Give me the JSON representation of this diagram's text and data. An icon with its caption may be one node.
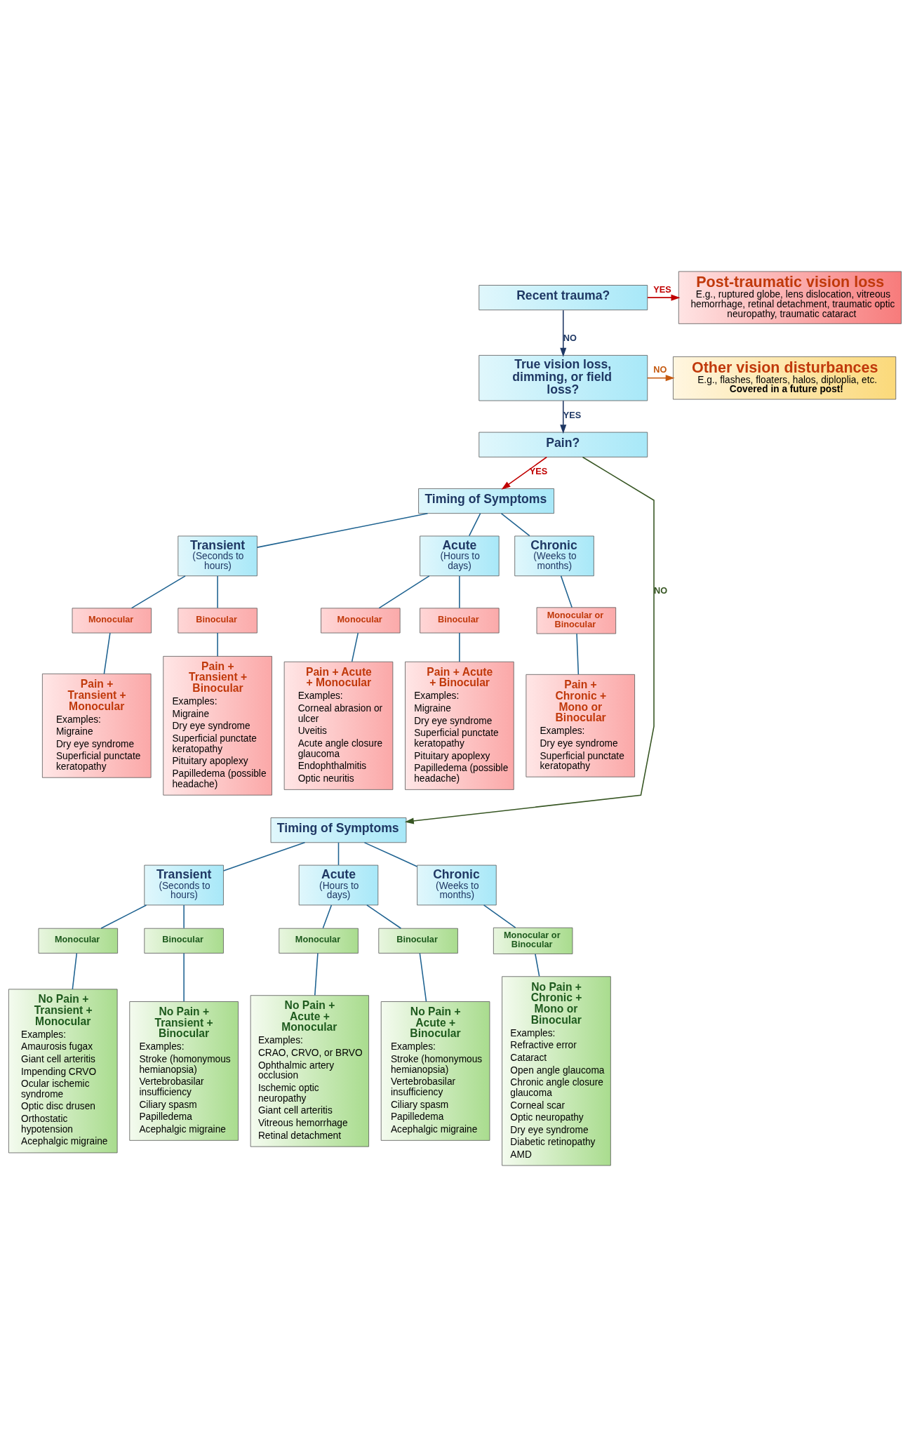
{
  "diagram": {
    "nodes": [
      {
        "text": [
          "Recent trauma?"
        ]
      },
      {
        "text": [
          "Post-traumatic vision loss",
          "E.g., ruptured globe, lens dislocation, vitreous hemorrhage, retinal detachment, traumatic optic neuropathy, traumatic cataract"
        ]
      },
      {
        "text": [
          "True vision loss, dimming, or field loss?"
        ]
      },
      {
        "text": [
          "Other vision disturbances",
          "E.g., flashes, floaters, halos, diploplia, etc.",
          "Covered in a future post!"
        ]
      },
      {
        "text": [
          "Pain?"
        ]
      },
      {
        "text": [
          "Timing of Symptoms"
        ]
      },
      {
        "text": [
          "Transient",
          "(Seconds to hours)"
        ]
      },
      {
        "text": [
          "Acute",
          "(Hours to days)"
        ]
      },
      {
        "text": [
          "Chronic",
          "(Weeks to months)"
        ]
      },
      {
        "text": [
          "Monocular"
        ]
      },
      {
        "text": [
          "Binocular"
        ]
      },
      {
        "text": [
          "Monocular"
        ]
      },
      {
        "text": [
          "Binocular"
        ]
      },
      {
        "text": [
          "Monocular or Binocular"
        ]
      },
      {
        "text": [
          "Pain + Transient + Monocular",
          "Examples:",
          "Migraine",
          "Dry eye syndrome",
          "Superficial punctate keratopathy"
        ]
      },
      {
        "text": [
          "Pain + Transient + Binocular",
          "Examples:",
          "Migraine",
          "Dry eye syndrome",
          "Superficial punctate keratopathy",
          "Pituitary apoplexy",
          "Papilledema (possible headache)"
        ]
      },
      {
        "text": [
          "Pain + Acute + Monocular",
          "Examples:",
          "Corneal abrasion or ulcer",
          "Uveitis",
          "Acute angle closure glaucoma",
          "Endophthalmitis",
          "Optic neuritis"
        ]
      },
      {
        "text": [
          "Pain + Acute + Binocular",
          "Examples:",
          "Migraine",
          "Dry eye syndrome",
          "Superficial punctate keratopathy",
          "Pituitary apoplexy",
          "Papilledema (possible headache)"
        ]
      },
      {
        "text": [
          "Pain + Chronic + Mono or Binocular",
          "Examples:",
          "Dry eye syndrome",
          "Superficial punctate keratopathy"
        ]
      },
      {
        "text": [
          "Timing of Symptoms"
        ]
      },
      {
        "text": [
          "Transient",
          "(Seconds to hours)"
        ]
      },
      {
        "text": [
          "Acute",
          "(Hours to days)"
        ]
      },
      {
        "text": [
          "Chronic",
          "(Weeks to months)"
        ]
      },
      {
        "text": [
          "Monocular"
        ]
      },
      {
        "text": [
          "Binocular"
        ]
      },
      {
        "text": [
          "Monocular"
        ]
      },
      {
        "text": [
          "Binocular"
        ]
      },
      {
        "text": [
          "Monocular or Binocular"
        ]
      },
      {
        "text": [
          "No Pain + Transient + Monocular",
          "Examples:",
          "Amaurosis fugax",
          "Giant cell arteritis",
          "Impending CRVO",
          "Ocular ischemic syndrome",
          "Optic disc drusen",
          "Orthostatic hypotension",
          "Acephalgic migraine"
        ]
      },
      {
        "text": [
          "No Pain + Transient + Binocular",
          "Examples:",
          "Stroke (homonymous hemianopsia)",
          "Vertebrobasilar insufficiency",
          "Ciliary spasm",
          "Papilledema",
          "Acephalgic migraine"
        ]
      },
      {
        "text": [
          "No Pain + Acute + Monocular",
          "Examples:",
          "CRAO, CRVO, or BRVO",
          "Ophthalmic artery occlusion",
          "Ischemic optic neuropathy",
          "Giant cell arteritis",
          "Vitreous hemorrhage",
          "Retinal detachment"
        ]
      },
      {
        "text": [
          "No Pain + Acute + Binocular",
          "Examples:",
          "Stroke (homonymous hemianopsia)",
          "Vertebrobasilar insufficiency",
          "Ciliary spasm",
          "Papilledema",
          "Acephalgic migraine"
        ]
      },
      {
        "text": [
          "No Pain + Chronic + Mono or Binocular",
          "Examples:",
          "Refractive error",
          "Cataract",
          "Open angle glaucoma",
          "Chronic angle closure glaucoma",
          "Corneal scar",
          "Optic neuropathy",
          "Dry eye syndrome",
          "Diabetic retinopathy",
          "AMD"
        ]
      }
    ],
    "edges": [
      {
        "from": 0,
        "to": 1,
        "arrow": "to",
        "label": "YES",
        "color": "#c00000"
      },
      {
        "from": 0,
        "to": 2,
        "arrow": "to",
        "label": "NO",
        "color": "#1f3864"
      },
      {
        "from": 2,
        "to": 3,
        "arrow": "to",
        "label": "NO",
        "color": "#c55a11"
      },
      {
        "from": 2,
        "to": 4,
        "arrow": "to",
        "label": "YES",
        "color": "#1f3864"
      },
      {
        "from": 4,
        "to": 5,
        "arrow": "to",
        "label": "YES",
        "color": "#c00000"
      },
      {
        "from": 4,
        "to": 19,
        "arrow": "to",
        "label": "NO",
        "color": "#375623"
      },
      {
        "from": 5,
        "to": 6,
        "arrow": "none"
      },
      {
        "from": 5,
        "to": 7,
        "arrow": "none"
      },
      {
        "from": 5,
        "to": 8,
        "arrow": "none"
      },
      {
        "from": 6,
        "to": 9,
        "arrow": "none"
      },
      {
        "from": 6,
        "to": 10,
        "arrow": "none"
      },
      {
        "from": 7,
        "to": 11,
        "arrow": "none"
      },
      {
        "from": 7,
        "to": 12,
        "arrow": "none"
      },
      {
        "from": 8,
        "to": 13,
        "arrow": "none"
      },
      {
        "from": 9,
        "to": 14,
        "arrow": "none"
      },
      {
        "from": 10,
        "to": 15,
        "arrow": "none"
      },
      {
        "from": 11,
        "to": 16,
        "arrow": "none"
      },
      {
        "from": 12,
        "to": 17,
        "arrow": "none"
      },
      {
        "from": 13,
        "to": 18,
        "arrow": "none"
      },
      {
        "from": 19,
        "to": 20,
        "arrow": "none"
      },
      {
        "from": 19,
        "to": 21,
        "arrow": "none"
      },
      {
        "from": 19,
        "to": 22,
        "arrow": "none"
      },
      {
        "from": 20,
        "to": 23,
        "arrow": "none"
      },
      {
        "from": 20,
        "to": 24,
        "arrow": "none"
      },
      {
        "from": 21,
        "to": 25,
        "arrow": "none"
      },
      {
        "from": 21,
        "to": 26,
        "arrow": "none"
      },
      {
        "from": 22,
        "to": 27,
        "arrow": "none"
      },
      {
        "from": 23,
        "to": 28,
        "arrow": "none"
      },
      {
        "from": 24,
        "to": 29,
        "arrow": "none"
      },
      {
        "from": 25,
        "to": 30,
        "arrow": "none"
      },
      {
        "from": 26,
        "to": 31,
        "arrow": "none"
      },
      {
        "from": 27,
        "to": 32,
        "arrow": "none"
      }
    ]
  }
}
